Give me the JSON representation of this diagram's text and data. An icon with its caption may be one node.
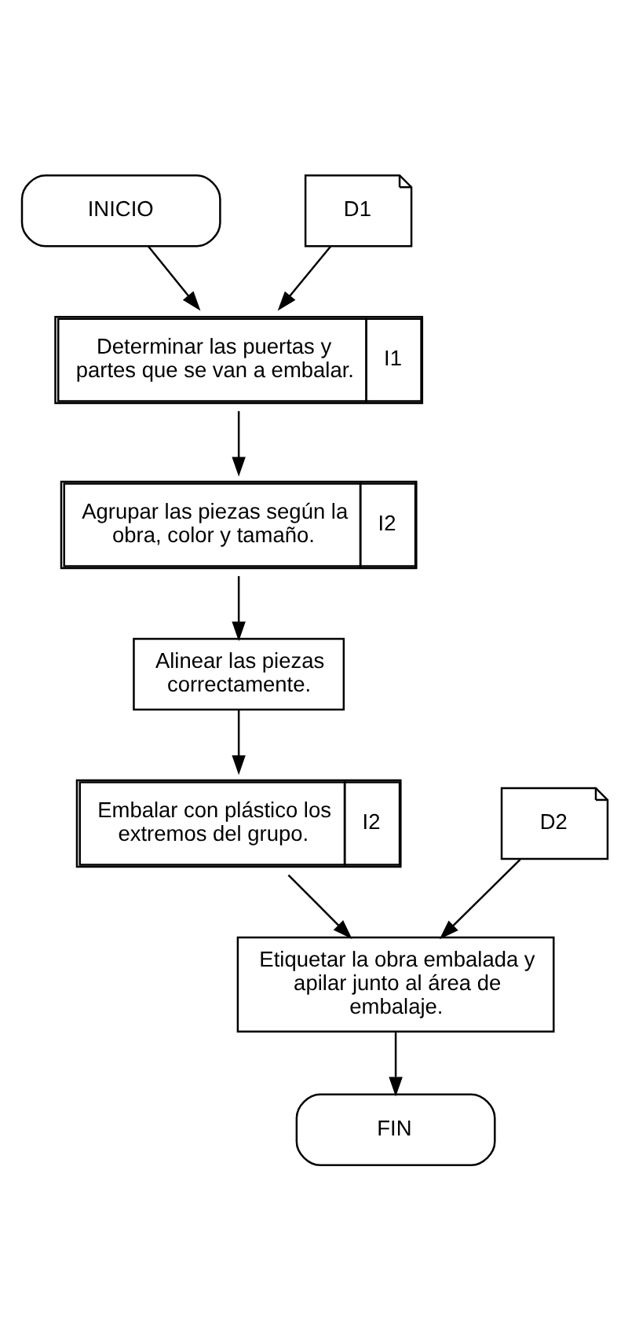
{
  "diagram": {
    "nodes": [
      {
        "text": [
          "INICIO"
        ]
      },
      {
        "text": [
          "D1"
        ]
      },
      {
        "text": [
          "Determinar las puertas y partes que se van a embalar.",
          "I1"
        ]
      },
      {
        "text": [
          "Agrupar las piezas según la obra, color y tamaño.",
          "I2"
        ]
      },
      {
        "text": [
          "Alinear las piezas correctamente."
        ]
      },
      {
        "text": [
          "Embalar con plástico los extremos del grupo.",
          "I2"
        ]
      },
      {
        "text": [
          "D2"
        ]
      },
      {
        "text": [
          "Etiquetar la obra embalada y apilar junto al área de embalaje."
        ]
      },
      {
        "text": [
          "FIN"
        ]
      }
    ],
    "edges": [
      {
        "from": 0,
        "to": 2,
        "arrow": "to"
      },
      {
        "from": 1,
        "to": 2,
        "arrow": "to"
      },
      {
        "from": 2,
        "to": 3,
        "arrow": "to"
      },
      {
        "from": 3,
        "to": 4,
        "arrow": "to"
      },
      {
        "from": 4,
        "to": 5,
        "arrow": "to"
      },
      {
        "from": 5,
        "to": 7,
        "arrow": "to"
      },
      {
        "from": 6,
        "to": 7,
        "arrow": "to"
      },
      {
        "from": 7,
        "to": 8,
        "arrow": "to"
      }
    ]
  }
}
